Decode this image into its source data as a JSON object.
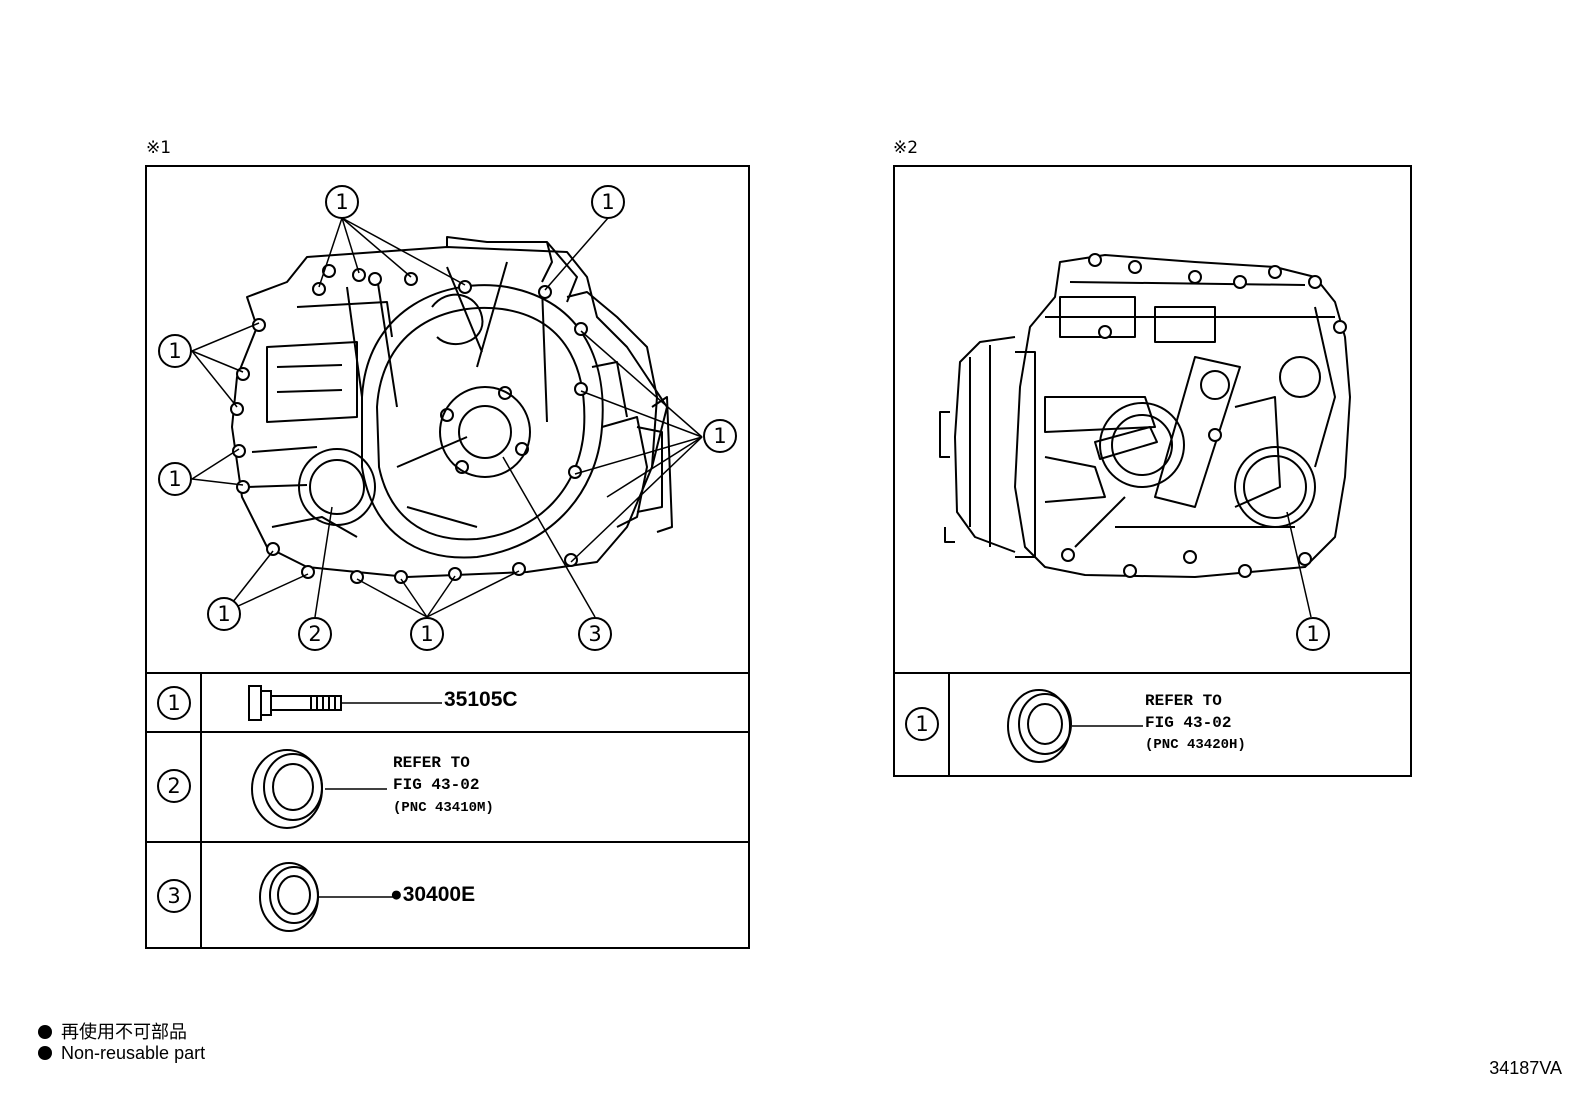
{
  "panel1": {
    "mark": "※1",
    "callouts": [
      "1",
      "1",
      "1",
      "1",
      "1",
      "1",
      "1",
      "2",
      "3"
    ],
    "rows": [
      {
        "index": "1",
        "part_no": "35105C"
      },
      {
        "index": "2",
        "refer": "REFER TO",
        "fig": "FIG 43-02",
        "pnc": "(PNC 43410M)"
      },
      {
        "index": "3",
        "bullet": "●",
        "part_no": "30400E"
      }
    ]
  },
  "panel2": {
    "mark": "※2",
    "callouts": [
      "1"
    ],
    "rows": [
      {
        "index": "1",
        "refer": "REFER TO",
        "fig": "FIG 43-02",
        "pnc": "(PNC 43420H)"
      }
    ]
  },
  "legend": {
    "line1": "再使用不可部品",
    "line2": "Non-reusable part"
  },
  "illustration_code": "34187VA"
}
